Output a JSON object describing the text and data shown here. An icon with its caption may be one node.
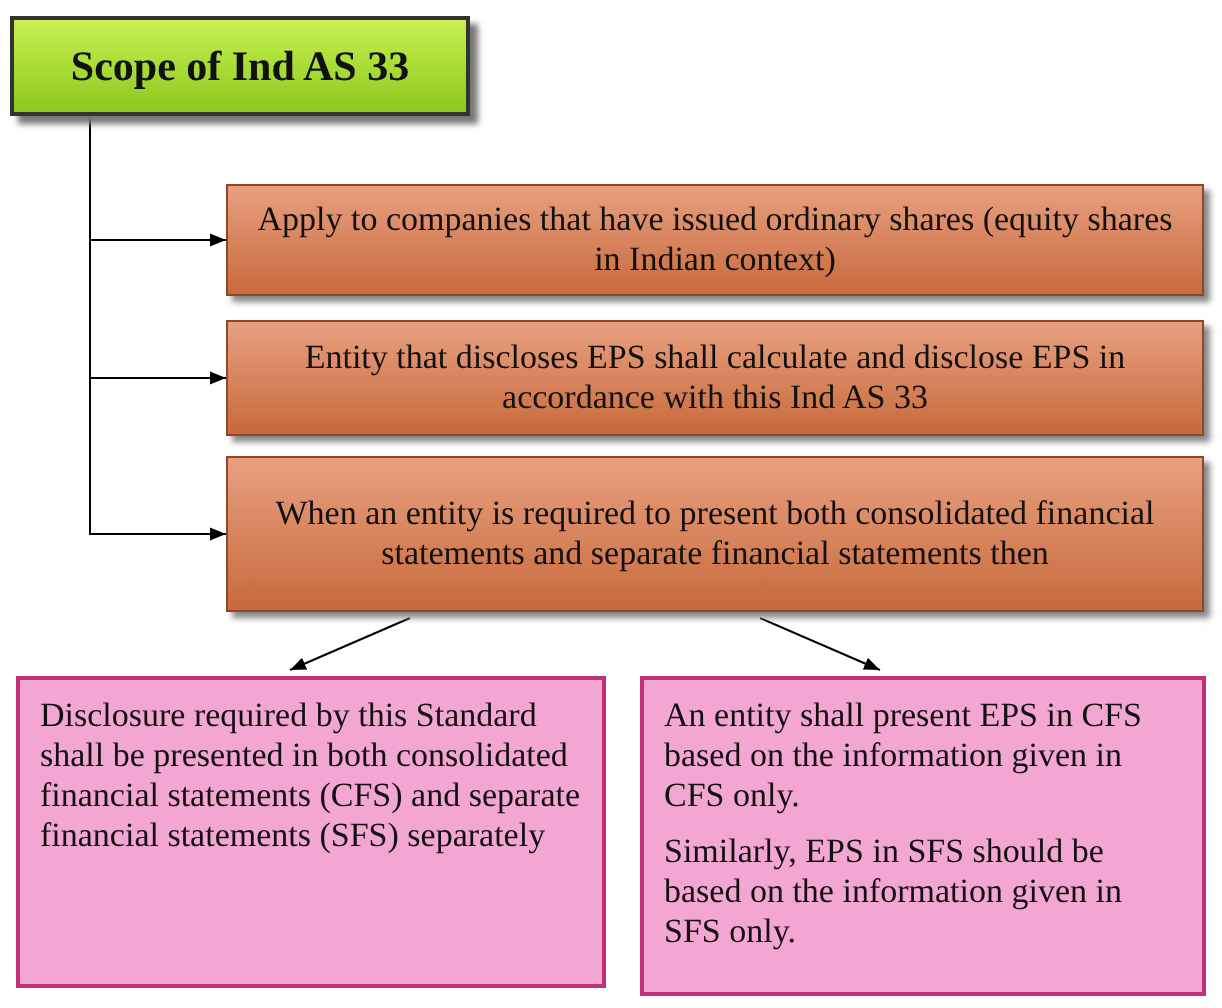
{
  "diagram": {
    "nodes": [
      {
        "text": [
          "Scope of Ind AS 33"
        ]
      },
      {
        "text": [
          "Apply to companies that have issued ordinary shares (equity shares in Indian context)"
        ]
      },
      {
        "text": [
          "Entity that discloses EPS shall calculate and disclose EPS in accordance with this Ind AS 33"
        ]
      },
      {
        "text": [
          "When an entity is required to present both consolidated financial statements and separate financial statements then"
        ]
      },
      {
        "text": [
          "Disclosure required by this Standard shall be presented in both consolidated financial statements (CFS) and separate financial statements (SFS) separately"
        ]
      },
      {
        "text": [
          "An entity shall present EPS in CFS based on the information given in CFS only.",
          "Similarly, EPS in SFS should be based on the information given in SFS only."
        ]
      }
    ],
    "edges": [
      {
        "from": 0,
        "to": 1,
        "arrow": "to"
      },
      {
        "from": 0,
        "to": 2,
        "arrow": "to"
      },
      {
        "from": 0,
        "to": 3,
        "arrow": "to"
      },
      {
        "from": 3,
        "to": 4,
        "arrow": "to"
      },
      {
        "from": 3,
        "to": 5,
        "arrow": "to"
      }
    ]
  }
}
